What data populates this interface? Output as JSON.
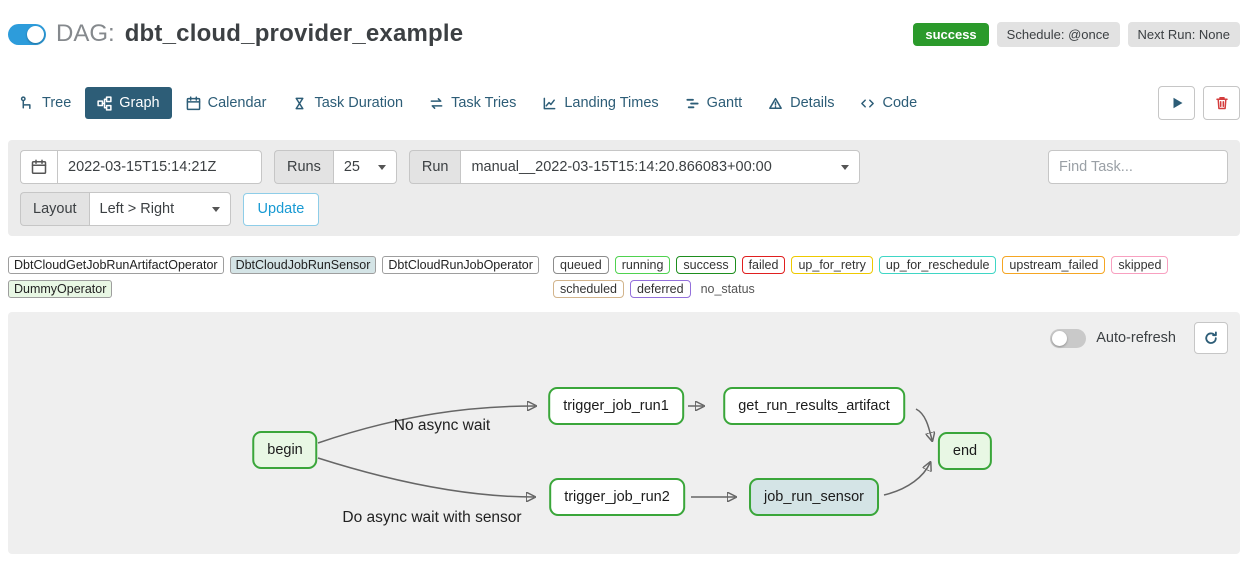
{
  "header": {
    "dag_prefix": "DAG:",
    "dag_title": "dbt_cloud_provider_example",
    "status_badge": "success",
    "schedule_badge": "Schedule: @once",
    "next_run_badge": "Next Run: None"
  },
  "tabs": [
    {
      "label": "Tree"
    },
    {
      "label": "Graph",
      "active": true
    },
    {
      "label": "Calendar"
    },
    {
      "label": "Task Duration"
    },
    {
      "label": "Task Tries"
    },
    {
      "label": "Landing Times"
    },
    {
      "label": "Gantt"
    },
    {
      "label": "Details"
    },
    {
      "label": "Code"
    }
  ],
  "filters": {
    "base_date_value": "2022-03-15T15:14:21Z",
    "runs_label": "Runs",
    "runs_value": "25",
    "run_label": "Run",
    "run_value": "manual__2022-03-15T15:14:20.866083+00:00",
    "find_task_placeholder": "Find Task...",
    "layout_label": "Layout",
    "layout_value": "Left > Right",
    "update_label": "Update"
  },
  "legend": {
    "operators": [
      {
        "label": "DbtCloudGetJobRunArtifactOperator",
        "fill": "#ffffff"
      },
      {
        "label": "DbtCloudJobRunSensor",
        "fill": "#d4e4e6"
      },
      {
        "label": "DbtCloudRunJobOperator",
        "fill": "#ffffff"
      },
      {
        "label": "DummyOperator",
        "fill": "#e8f7e4"
      }
    ],
    "statuses": [
      {
        "label": "queued",
        "color": "#8c8c8c"
      },
      {
        "label": "running",
        "color": "#4fd24f"
      },
      {
        "label": "success",
        "color": "#1e8e1e"
      },
      {
        "label": "failed",
        "color": "#e01f1f"
      },
      {
        "label": "up_for_retry",
        "color": "#eec900"
      },
      {
        "label": "up_for_reschedule",
        "color": "#3fd6c5"
      },
      {
        "label": "upstream_failed",
        "color": "#f5a623"
      },
      {
        "label": "skipped",
        "color": "#f8a0c0"
      },
      {
        "label": "scheduled",
        "color": "#d2b48c"
      },
      {
        "label": "deferred",
        "color": "#9370db"
      }
    ],
    "no_status_label": "no_status"
  },
  "graph": {
    "auto_refresh_label": "Auto-refresh",
    "node_border": "#3aa63a",
    "edge_labels": [
      "No async wait",
      "Do async wait with sensor"
    ],
    "nodes": [
      {
        "label": "begin",
        "fill": "#e8f7e4"
      },
      {
        "label": "trigger_job_run1",
        "fill": "#ffffff"
      },
      {
        "label": "get_run_results_artifact",
        "fill": "#ffffff"
      },
      {
        "label": "trigger_job_run2",
        "fill": "#ffffff"
      },
      {
        "label": "job_run_sensor",
        "fill": "#d4e4e6"
      },
      {
        "label": "end",
        "fill": "#e8f7e4"
      }
    ]
  },
  "colors": {
    "accent_tab": "#2d5d77",
    "success_badge_bg": "#2b9a2b",
    "update_button": "#189ad3",
    "edge": "#666666"
  }
}
